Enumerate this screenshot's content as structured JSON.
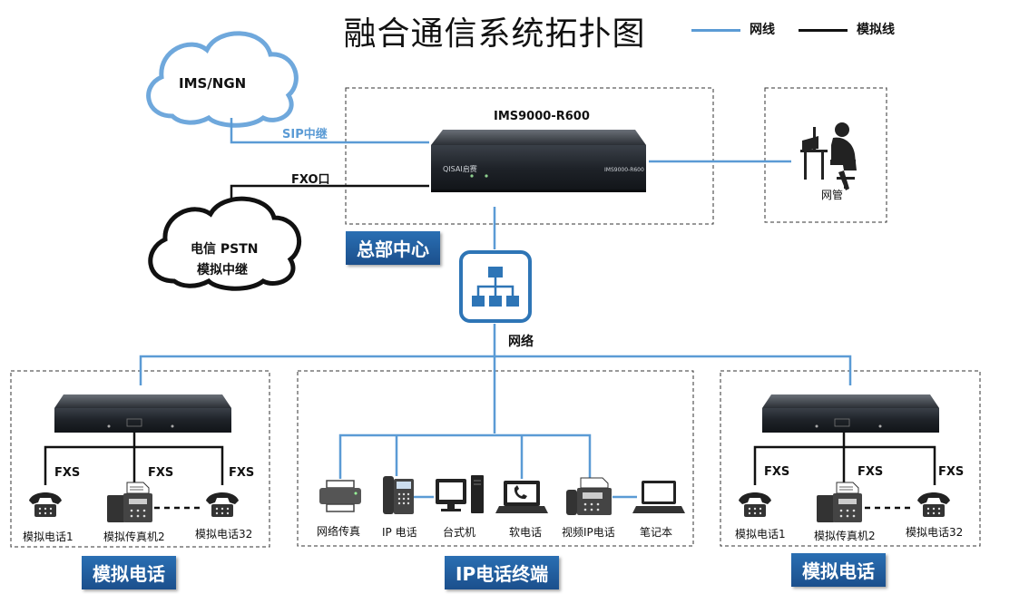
{
  "title": "融合通信系统拓扑图",
  "legend": {
    "network_label": "网线",
    "analog_label": "模拟线",
    "network_color": "#5b9bd5",
    "analog_color": "#111111"
  },
  "clouds": {
    "ims": "IMS/NGN",
    "pstn_line1": "电信 PSTN",
    "pstn_line2": "模拟中继"
  },
  "links": {
    "sip": "SIP中继",
    "fxo": "FXO口",
    "network": "网络"
  },
  "hq": {
    "device_model": "IMS9000-R600",
    "device_brand": "QISAI启赛",
    "device_face_model": "IMS9000-R600",
    "badge": "总部中心"
  },
  "nms": {
    "label": "网管"
  },
  "left_branch": {
    "fxs": [
      "FXS",
      "FXS",
      "FXS"
    ],
    "devices": [
      "模拟电话1",
      "模拟传真机2",
      "模拟电话32"
    ],
    "badge": "模拟电话"
  },
  "right_branch": {
    "fxs": [
      "FXS",
      "FXS",
      "FXS"
    ],
    "devices": [
      "模拟电话1",
      "模拟传真机2",
      "模拟电话32"
    ],
    "badge": "模拟电话"
  },
  "ip_terminals": {
    "devices": [
      "网络传真",
      "IP 电话",
      "台式机",
      "软电话",
      "视频IP电话",
      "笔记本"
    ],
    "badge": "IP电话终端"
  }
}
